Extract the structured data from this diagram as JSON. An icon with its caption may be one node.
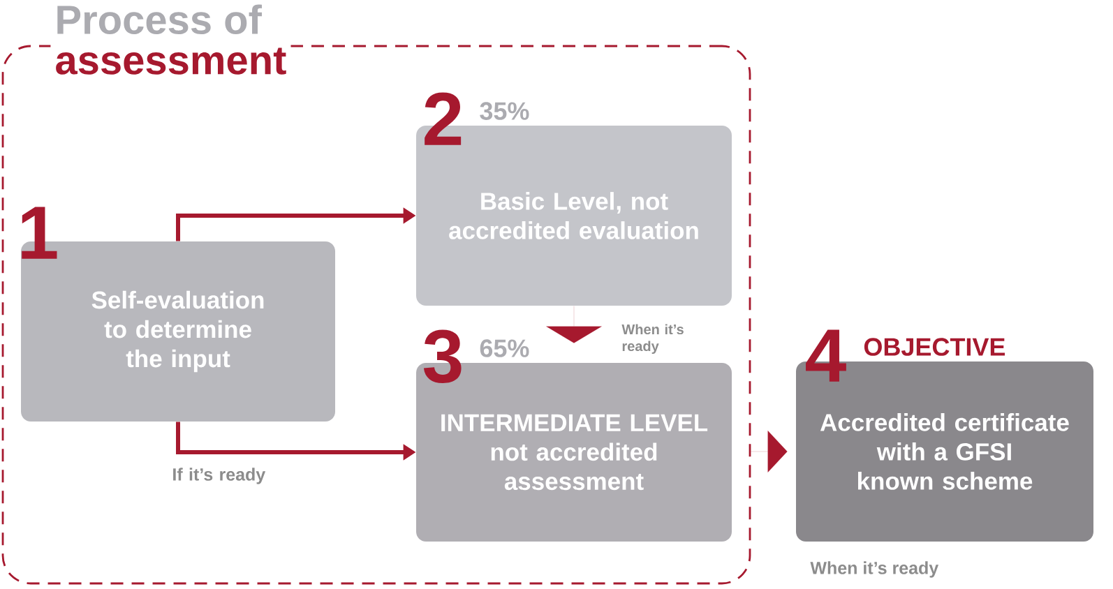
{
  "diagram": {
    "nodes": [
      {
        "text": [
          "Process of",
          "assessment"
        ]
      },
      {
        "text": [
          "1",
          "Self-evaluation to determine the input"
        ],
        "in": 0
      },
      {
        "text": [
          "2",
          "Basic Level, not accredited evaluation"
        ],
        "beside": [
          "35%"
        ],
        "in": 0
      },
      {
        "text": [
          "3",
          "INTERMEDIATE LEVEL not accredited assessment"
        ],
        "beside": [
          "65%"
        ],
        "in": 0
      },
      {
        "text": [
          "4",
          "OBJECTIVE",
          "Accredited certificate with a GFSI known scheme"
        ],
        "beside": [
          "When it’s ready"
        ]
      }
    ],
    "edges": [
      {
        "from": 1,
        "to": 2,
        "arrow": "to",
        "style": "thick"
      },
      {
        "from": 1,
        "to": 3,
        "arrow": "to",
        "label": "If it’s ready",
        "style": "thick"
      },
      {
        "from": 2,
        "to": 3,
        "arrow": "to",
        "label": "When it’s ready"
      },
      {
        "from": 0,
        "to": 4,
        "arrow": "to"
      }
    ]
  }
}
